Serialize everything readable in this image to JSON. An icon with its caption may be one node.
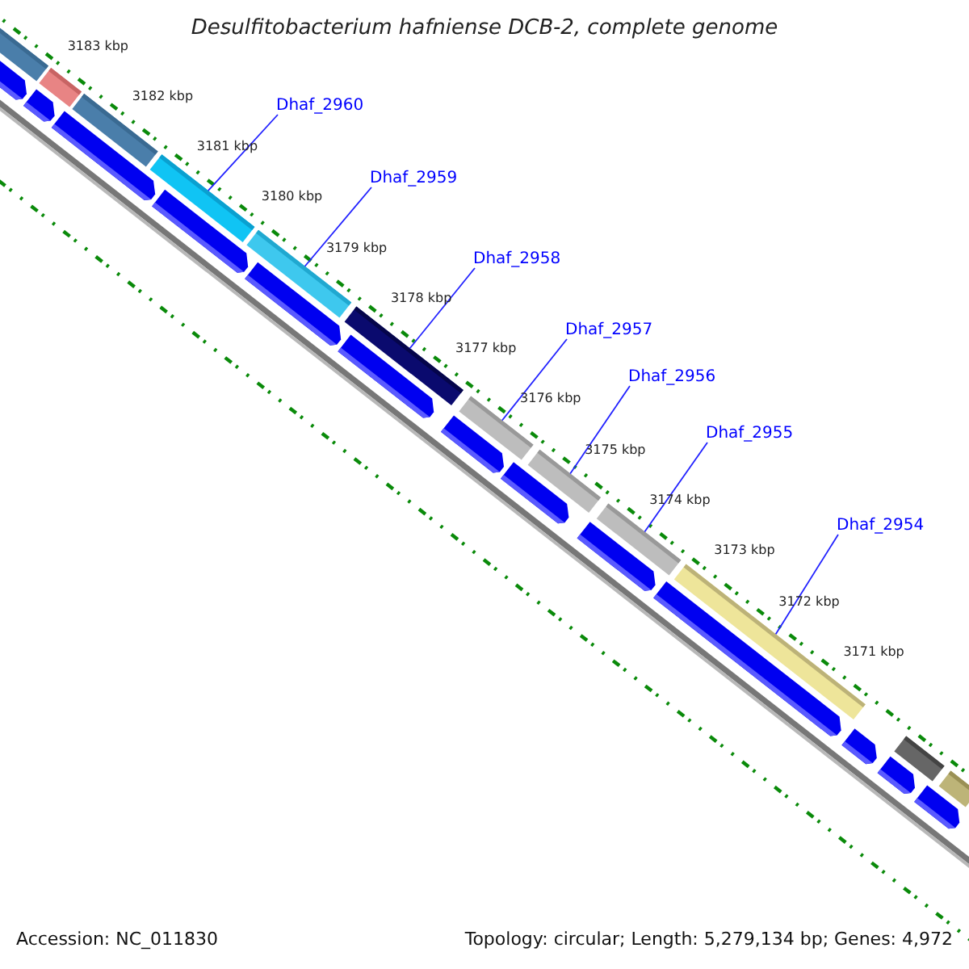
{
  "diagram": {
    "title": "Desulfitobacterium hafniense DCB-2, complete genome",
    "nodes": [
      {
        "text": [
          "Dhaf_2960"
        ]
      },
      {
        "text": [
          "Dhaf_2959"
        ]
      },
      {
        "text": [
          "Dhaf_2958"
        ]
      },
      {
        "text": [
          "Dhaf_2957"
        ]
      },
      {
        "text": [
          "Dhaf_2956"
        ]
      },
      {
        "text": [
          "Dhaf_2955"
        ]
      },
      {
        "text": [
          "Dhaf_2954"
        ]
      },
      {
        "text": [],
        "shape": "bar"
      },
      {
        "text": [],
        "shape": "bar"
      },
      {
        "text": [],
        "shape": "bar"
      },
      {
        "text": [],
        "shape": "bar"
      },
      {
        "text": [],
        "shape": "bar"
      },
      {
        "text": [],
        "shape": "bar"
      },
      {
        "text": [],
        "shape": "bar"
      },
      {
        "text": [],
        "shape": "bar"
      },
      {
        "text": [],
        "shape": "bar"
      },
      {
        "text": [],
        "shape": "bar"
      },
      {
        "text": [],
        "shape": "bar"
      },
      {
        "text": [],
        "shape": "bar"
      },
      {
        "text": [],
        "shape": "bar"
      },
      {
        "text": [],
        "shape": "bar"
      },
      {
        "text": [],
        "shape": "bar"
      },
      {
        "text": [],
        "shape": "bar"
      },
      {
        "text": [],
        "shape": "bar"
      },
      {
        "text": [],
        "shape": "bar"
      },
      {
        "text": [],
        "shape": "bar"
      },
      {
        "text": [],
        "shape": "bar"
      },
      {
        "text": [],
        "shape": "bar"
      },
      {
        "text": [],
        "shape": "bar"
      },
      {
        "text": [],
        "shape": "bar"
      },
      {
        "text": [],
        "shape": "bar"
      },
      {
        "text": [],
        "shape": "bar"
      }
    ],
    "edges": [
      {
        "from": 0,
        "to": 10,
        "arrow": "none"
      },
      {
        "from": 1,
        "to": 11,
        "arrow": "none"
      },
      {
        "from": 2,
        "to": 12,
        "arrow": "none"
      },
      {
        "from": 3,
        "to": 13,
        "arrow": "none"
      },
      {
        "from": 4,
        "to": 14,
        "arrow": "none"
      },
      {
        "from": 5,
        "to": 15,
        "arrow": "none"
      },
      {
        "from": 6,
        "to": 16,
        "arrow": "none"
      }
    ],
    "labels": [
      "3183 kbp",
      "3182 kbp",
      "3181 kbp",
      "3180 kbp",
      "3179 kbp",
      "3178 kbp",
      "3177 kbp",
      "3176 kbp",
      "3175 kbp",
      "3174 kbp",
      "3173 kbp",
      "3172 kbp",
      "3171 kbp",
      "Accession: NC_011830",
      "Topology: circular; Length: 5,279,134 bp; Genes: 4,972"
    ]
  }
}
